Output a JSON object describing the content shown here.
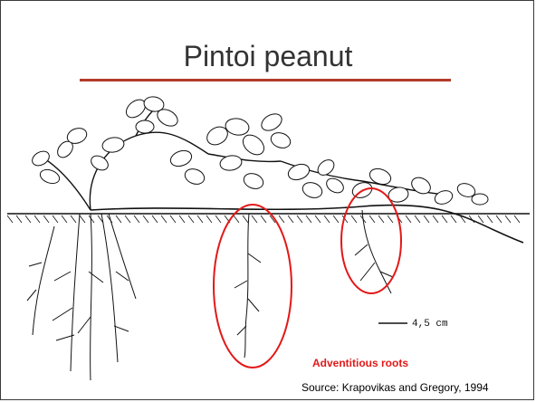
{
  "slide": {
    "title": "Pintoi peanut",
    "annotation": "Adventitious roots",
    "source": "Source: Krapovikas and Gregory, 1994",
    "scale_bar_label": "4,5 cm"
  },
  "colors": {
    "title_rule": "#b33b2b",
    "highlight_ellipse": "#e31818",
    "annotation_text": "#e31818"
  }
}
